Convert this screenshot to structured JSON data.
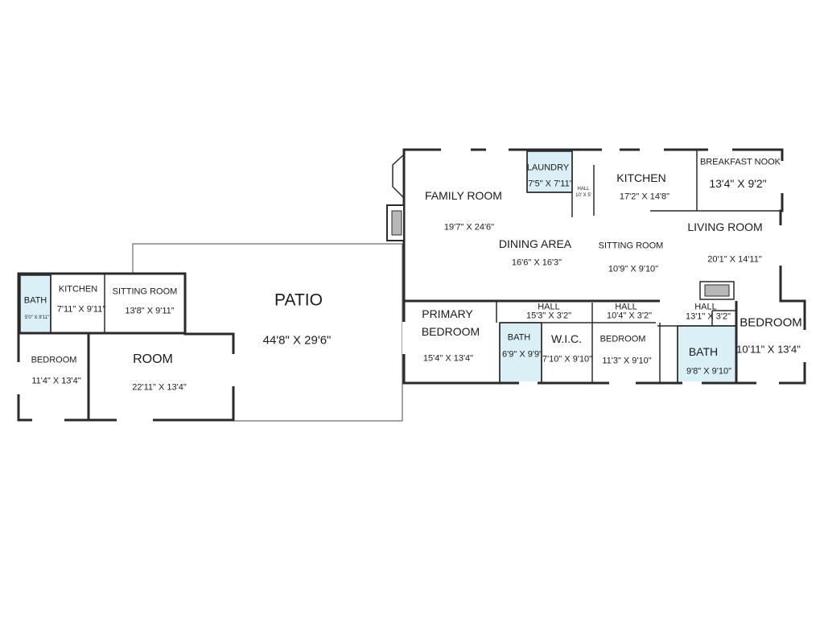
{
  "rooms": {
    "family_room": {
      "name": "FAMILY ROOM",
      "dims": "19'7\" X 24'6\""
    },
    "laundry": {
      "name": "LAUNDRY",
      "dims": "7'5\" X 7'11\""
    },
    "hall_top": {
      "name": "HALL",
      "dims": "10' X 5'"
    },
    "kitchen": {
      "name": "KITCHEN",
      "dims": "17'2\" X 14'8\""
    },
    "breakfast_nook": {
      "name": "BREAKFAST NOOK",
      "dims": "13'4\" X 9'2\""
    },
    "living_room": {
      "name": "LIVING ROOM",
      "dims": "20'1\" X 14'11\""
    },
    "dining_area": {
      "name": "DINING AREA",
      "dims": "16'6\" X 16'3\""
    },
    "sitting_room_main": {
      "name": "SITTING ROOM",
      "dims": "10'9\" X 9'10\""
    },
    "patio": {
      "name": "PATIO",
      "dims": "44'8\" X 29'6\""
    },
    "guest_bath": {
      "name": "BATH",
      "dims": "5'0\" X 9'11\""
    },
    "guest_kitchen": {
      "name": "KITCHEN",
      "dims": "7'11\" X 9'11\""
    },
    "guest_sitting_room": {
      "name": "SITTING ROOM",
      "dims": "13'8\" X 9'11\""
    },
    "guest_bedroom": {
      "name": "BEDROOM",
      "dims": "11'4\" X 13'4\""
    },
    "guest_room": {
      "name": "ROOM",
      "dims": "22'11\" X 13'4\""
    },
    "primary_bedroom": {
      "name_line1": "PRIMARY",
      "name_line2": "BEDROOM",
      "dims": "15'4\" X 13'4\""
    },
    "hall_1": {
      "name": "HALL",
      "dims": "15'3\" X 3'2\""
    },
    "bath_1": {
      "name": "BATH",
      "dims": "6'9\" X 9'9\""
    },
    "wic": {
      "name": "W.I.C.",
      "dims": "7'10\" X 9'10\""
    },
    "hall_2": {
      "name": "HALL",
      "dims": "10'4\" X 3'2\""
    },
    "bedroom_2": {
      "name": "BEDROOM",
      "dims": "11'3\" X 9'10\""
    },
    "hall_3": {
      "name": "HALL",
      "dims": "13'1\" X 3'2\""
    },
    "bath_2": {
      "name": "BATH",
      "dims": "9'8\" X 9'10\""
    },
    "bedroom_3": {
      "name": "BEDROOM",
      "dims": "10'11\" X 13'4\""
    }
  },
  "colors": {
    "walls": "#2a2a2a",
    "wet_area": "#dbeff7",
    "fireplace": "#b8b8b8"
  }
}
